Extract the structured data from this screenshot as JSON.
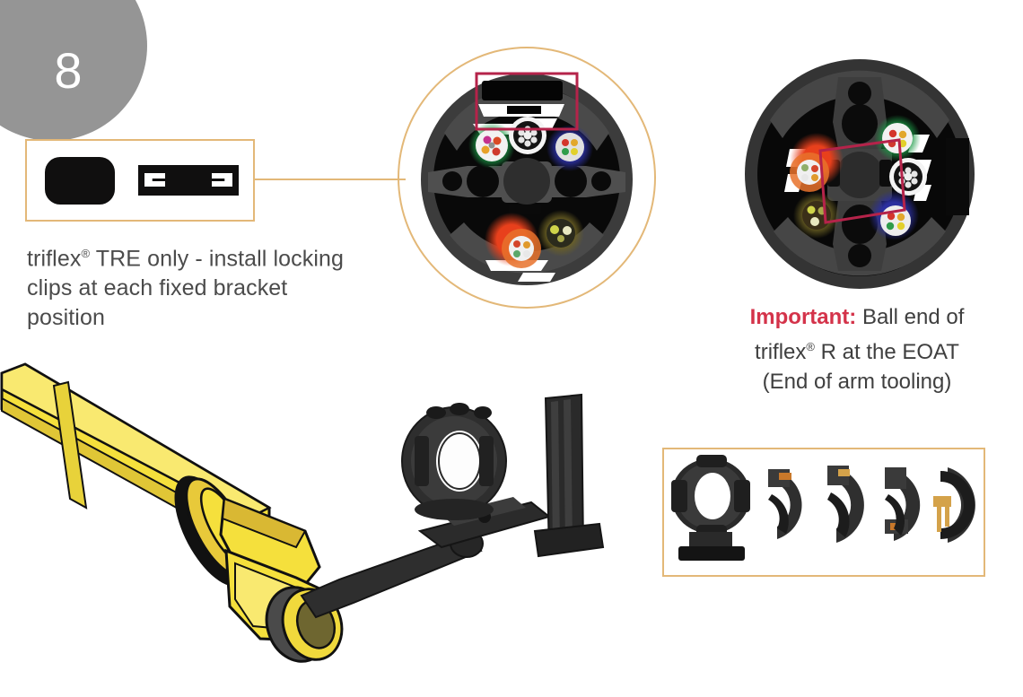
{
  "step": {
    "number": "8",
    "badge_color": "#959595"
  },
  "clip_detail": {
    "border_color": "#e3b878",
    "parts": [
      {
        "name": "locking-clip-oval",
        "shape": "rounded-rect",
        "color": "#100f0f"
      },
      {
        "name": "locking-clip-bar",
        "shape": "notched-bar",
        "color": "#100f0f"
      }
    ]
  },
  "caption": {
    "line1_pre": "triflex",
    "line1_sup": "®",
    "line1_post": " TRE only - install locking",
    "line2": "clips at each fixed bracket",
    "line3": "position",
    "text_color": "#4b4b4b"
  },
  "important": {
    "keyword": "Important:",
    "keyword_color": "#d4334a",
    "line1_rest": " Ball end of",
    "line2_pre": "triflex",
    "line2_sup": "®",
    "line2_post": " R at the EOAT",
    "line3": "(End of arm tooling)",
    "text_color": "#3f3f3f"
  },
  "cross_sections": [
    {
      "name": "carrier-cross-section-with-clip",
      "ring_color": "#e3b878",
      "housing_color": "#3a3a3a",
      "interior_color": "#080808",
      "highlight": {
        "shape": "rectangle",
        "color": "#b5234a",
        "label": "locking clip location"
      },
      "cables": [
        {
          "name": "green-cable",
          "color": "#1b9a46"
        },
        {
          "name": "silver-cable",
          "color": "#e8e8e8"
        },
        {
          "name": "blue-cable",
          "color": "#2b2f9e"
        },
        {
          "name": "red-cable",
          "color": "#e8401c"
        },
        {
          "name": "olive-cable",
          "color": "#6d6224"
        }
      ]
    },
    {
      "name": "carrier-cross-section-ball-end",
      "housing_color": "#3a3a3a",
      "interior_color": "#080808",
      "highlight": {
        "shape": "parallelogram",
        "color": "#b5234a",
        "label": "cable arrangement"
      },
      "cables": [
        {
          "name": "green-cable",
          "color": "#1b9a46"
        },
        {
          "name": "silver-cable",
          "color": "#e8e8e8"
        },
        {
          "name": "blue-cable",
          "color": "#2b2f9e"
        },
        {
          "name": "red-cable",
          "color": "#e8401c"
        },
        {
          "name": "olive-cable",
          "color": "#6d6224"
        }
      ]
    }
  ],
  "parts_strip": {
    "border_color": "#e3b878",
    "items": [
      {
        "name": "bracket-full-ring-with-base"
      },
      {
        "name": "bracket-half-shell-a"
      },
      {
        "name": "bracket-half-shell-b"
      },
      {
        "name": "bracket-half-shell-c"
      },
      {
        "name": "bracket-half-shell-d"
      }
    ]
  },
  "robot": {
    "arm_color": "#f5e03c",
    "arm_shade": "#d9b833",
    "outline_color": "#111111",
    "bracket_color": "#2e2e2e",
    "label": "robot arm with triflex R bracket at EOAT"
  }
}
